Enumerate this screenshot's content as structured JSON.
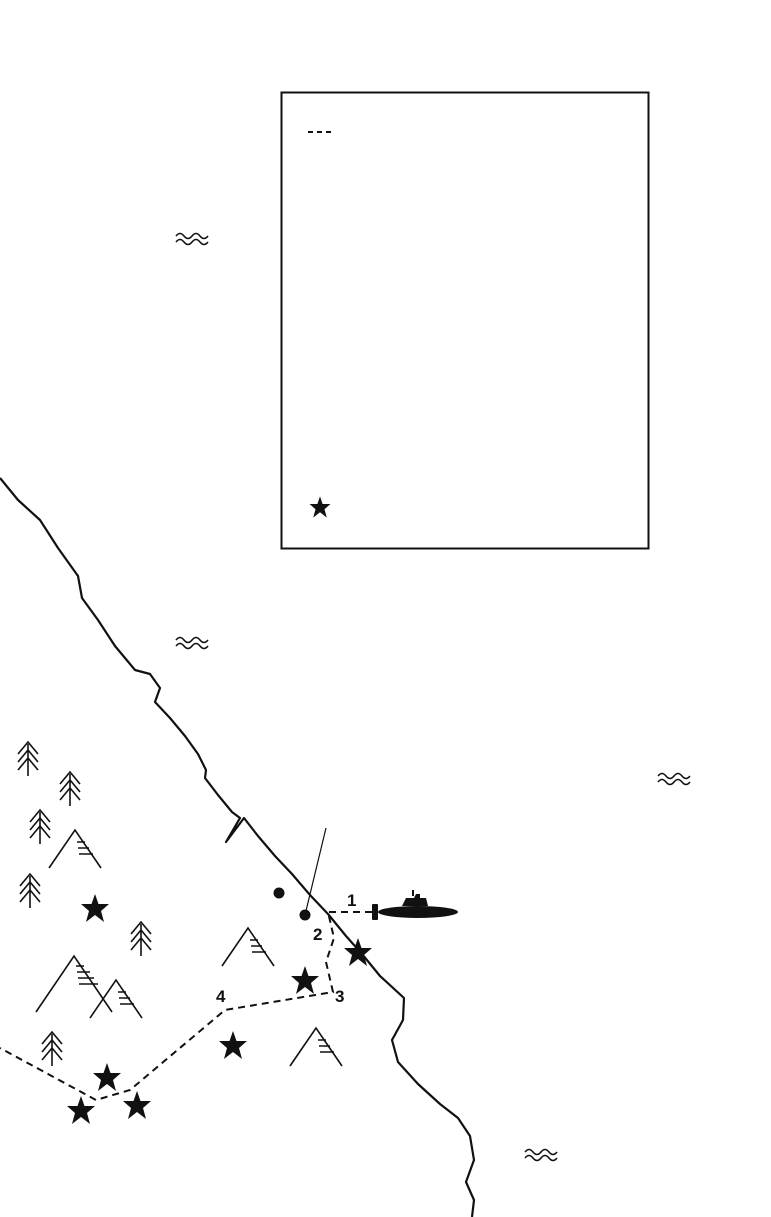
{
  "map": {
    "colors": {
      "ink": "#111111",
      "background": "#ffffff"
    },
    "legend": {
      "entries": [
        {
          "icon": "dashed-route-icon",
          "text": ""
        },
        {
          "icon": "star-icon",
          "text": ""
        }
      ]
    },
    "route_labels": [
      "1",
      "2",
      "3",
      "4"
    ],
    "icons": [
      "wave-icon",
      "tree-icon",
      "mountain-icon",
      "star-icon",
      "submarine-icon",
      "dot-icon"
    ]
  }
}
